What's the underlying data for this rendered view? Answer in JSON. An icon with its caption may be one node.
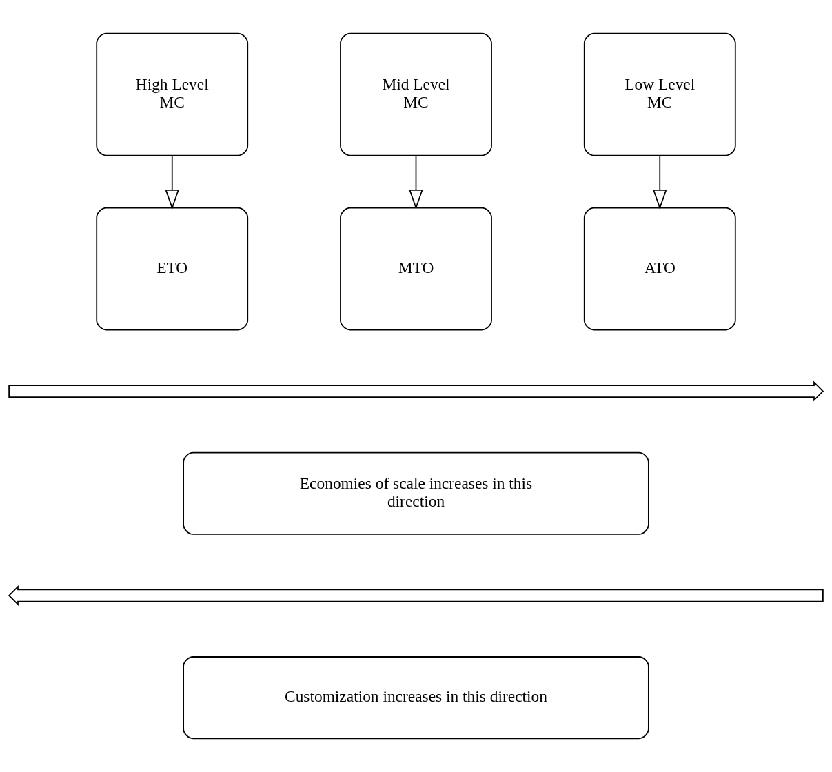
{
  "diagram": {
    "nodes": [
      {
        "text": [
          "High Level MC"
        ]
      },
      {
        "text": [
          "Mid Level MC"
        ]
      },
      {
        "text": [
          "Low Level MC"
        ]
      },
      {
        "text": [
          "ETO"
        ]
      },
      {
        "text": [
          "MTO"
        ]
      },
      {
        "text": [
          "ATO"
        ]
      },
      {
        "text": [],
        "shape": "arrow"
      },
      {
        "text": [
          "Economies of scale increases in this direction"
        ]
      },
      {
        "text": [],
        "shape": "arrow"
      },
      {
        "text": [
          "Customization increases in this direction"
        ]
      }
    ],
    "edges": [
      {
        "from": 0,
        "to": 3,
        "arrow": "to"
      },
      {
        "from": 1,
        "to": 4,
        "arrow": "to"
      },
      {
        "from": 2,
        "to": 5,
        "arrow": "to"
      }
    ]
  }
}
